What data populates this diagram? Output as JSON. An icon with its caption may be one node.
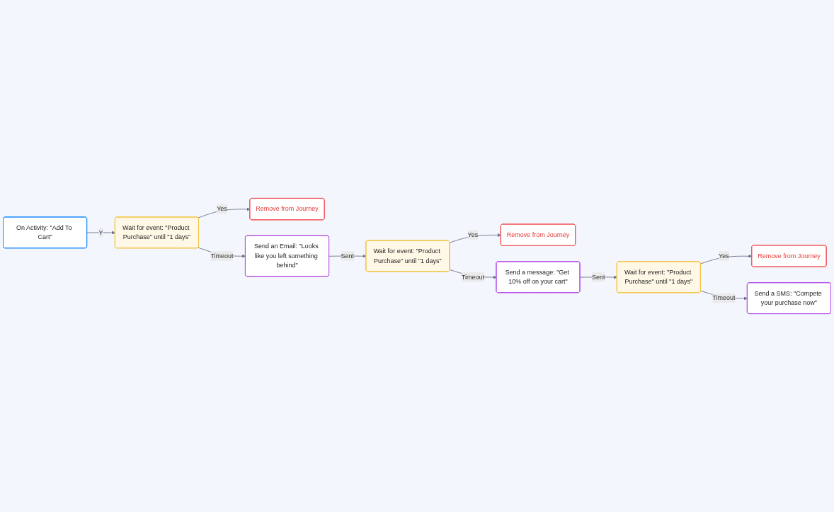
{
  "diagram": {
    "nodes": [
      {
        "text": [
          "On Activity: \"Add To Cart\""
        ]
      },
      {
        "text": [
          "Wait for event: \"Product Purchase\" until \"1 days\""
        ]
      },
      {
        "text": [
          "Remove from Journey"
        ]
      },
      {
        "text": [
          "Send an Email: \"Looks like you left something behind\""
        ]
      },
      {
        "text": [
          "Wait for event: \"Product Purchase\" until \"1 days\""
        ]
      },
      {
        "text": [
          "Remove from Journey"
        ]
      },
      {
        "text": [
          "Send a message: \"Get 10% off on your cart\""
        ]
      },
      {
        "text": [
          "Wait for event: \"Product Purchase\" until \"1 days\""
        ]
      },
      {
        "text": [
          "Remove from Journey"
        ]
      },
      {
        "text": [
          "Send a SMS: \"Compete your purchase now\""
        ]
      }
    ],
    "edges": [
      {
        "from": 0,
        "to": 1,
        "arrow": "to",
        "label": "Y"
      },
      {
        "from": 1,
        "to": 2,
        "arrow": "to",
        "label": "Yes"
      },
      {
        "from": 1,
        "to": 3,
        "arrow": "to",
        "label": "Timeout"
      },
      {
        "from": 3,
        "to": 4,
        "arrow": "to",
        "label": "Sent"
      },
      {
        "from": 4,
        "to": 5,
        "arrow": "to",
        "label": "Yes"
      },
      {
        "from": 4,
        "to": 6,
        "arrow": "to",
        "label": "Timeout"
      },
      {
        "from": 6,
        "to": 7,
        "arrow": "to",
        "label": "Sent"
      },
      {
        "from": 7,
        "to": 8,
        "arrow": "to",
        "label": "Yes"
      },
      {
        "from": 7,
        "to": 9,
        "arrow": "to",
        "label": "Timeout"
      }
    ]
  }
}
